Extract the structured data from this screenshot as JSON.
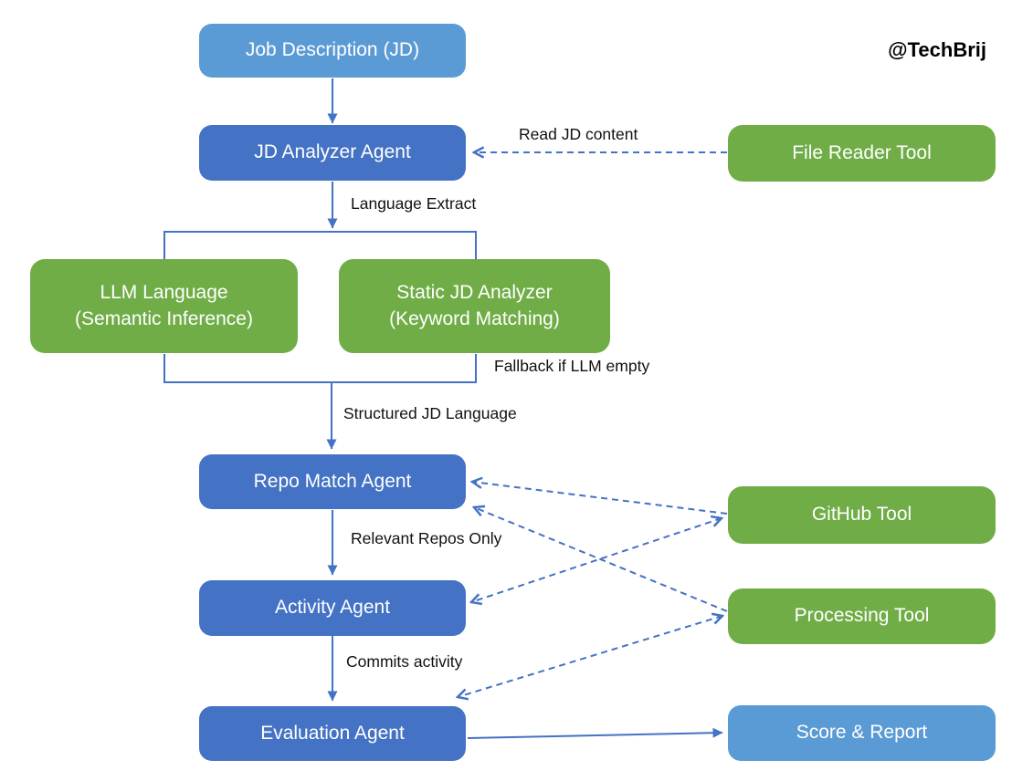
{
  "watermark": "@TechBrij",
  "colors": {
    "input_output_fill": "#5B9BD5",
    "agent_fill": "#4472C4",
    "tool_fill": "#70AD47",
    "connector": "#4472C4",
    "box_text": "#FFFFFF",
    "label_text": "#111111",
    "background": "#FFFFFF"
  },
  "nodes": {
    "job_description": {
      "label": "Job Description (JD)",
      "color": "#5B9BD5"
    },
    "jd_analyzer": {
      "label": "JD Analyzer Agent",
      "color": "#4472C4"
    },
    "file_reader": {
      "label": "File Reader Tool",
      "color": "#70AD47"
    },
    "llm_language": {
      "label": "LLM Language",
      "sublabel": "(Semantic Inference)",
      "color": "#70AD47"
    },
    "static_analyzer": {
      "label": "Static JD Analyzer",
      "sublabel": "(Keyword Matching)",
      "color": "#70AD47"
    },
    "repo_match": {
      "label": "Repo Match Agent",
      "color": "#4472C4"
    },
    "github_tool": {
      "label": "GitHub Tool",
      "color": "#70AD47"
    },
    "activity_agent": {
      "label": "Activity Agent",
      "color": "#4472C4"
    },
    "processing_tool": {
      "label": "Processing Tool",
      "color": "#70AD47"
    },
    "evaluation_agent": {
      "label": "Evaluation Agent",
      "color": "#4472C4"
    },
    "score_report": {
      "label": "Score & Report",
      "color": "#5B9BD5"
    }
  },
  "edge_labels": {
    "read_jd_content": "Read JD content",
    "language_extract": "Language Extract",
    "fallback_if_llm_empty": "Fallback if LLM empty",
    "structured_jd_language": "Structured JD Language",
    "relevant_repos_only": "Relevant Repos Only",
    "commits_activity": "Commits activity"
  }
}
